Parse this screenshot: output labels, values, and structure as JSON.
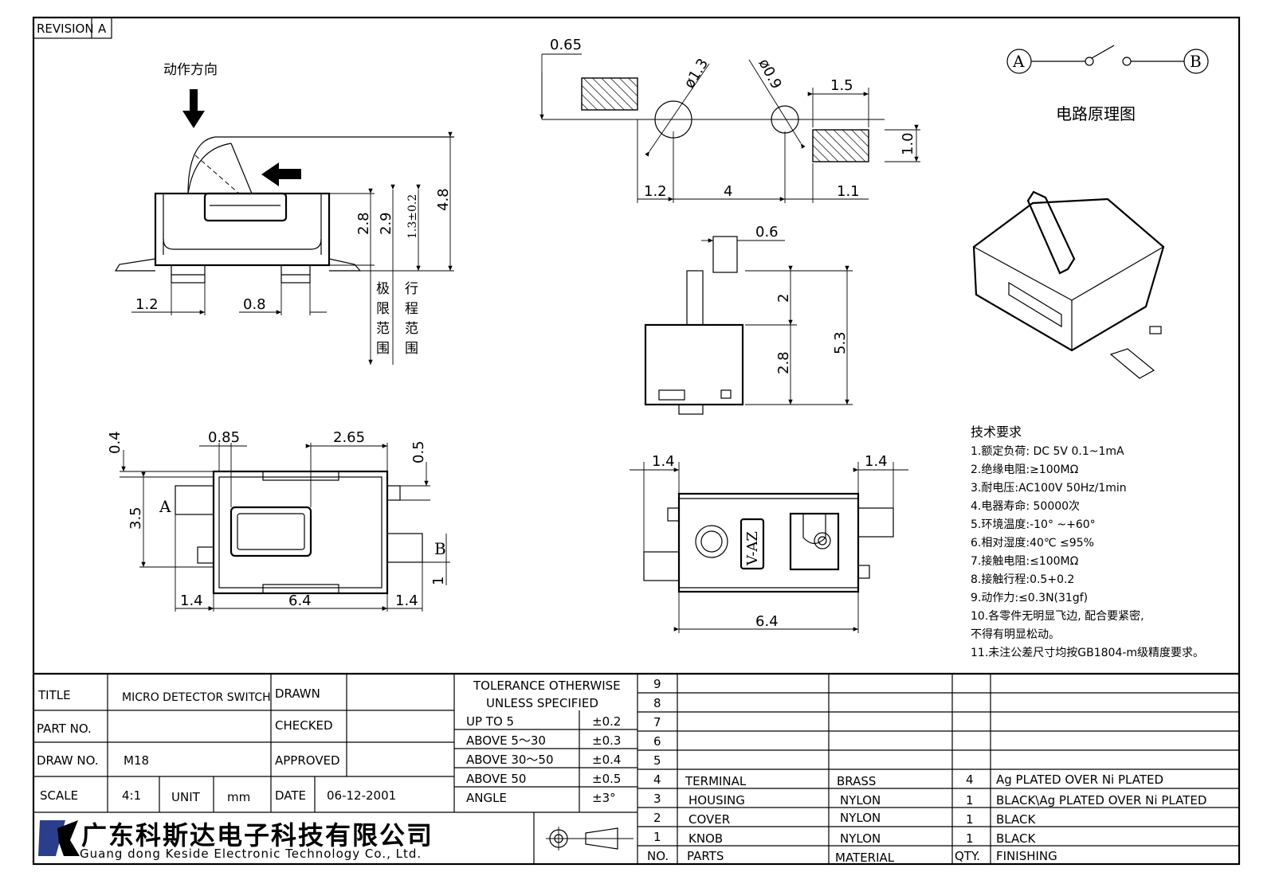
{
  "revision": {
    "label": "REVISION",
    "value": "A"
  },
  "front_view": {
    "action_direction": "动作方向",
    "dims": {
      "d48": "4.8",
      "d13": "1.3±0.2",
      "d29": "2.9",
      "d28": "2.8",
      "d12": "1.2",
      "d08": "0.8"
    },
    "limit_label": [
      "极",
      "限",
      "范",
      "围"
    ],
    "stroke_label": [
      "行",
      "程",
      "范",
      "围"
    ]
  },
  "pcb_layout": {
    "dims": {
      "d065": "0.65",
      "d13": "ø1.3",
      "d09": "ø0.9",
      "d15": "1.5",
      "d10": "1.0",
      "d12": "1.2",
      "d4": "4",
      "d11": "1.1"
    }
  },
  "circuit": {
    "a": "A",
    "b": "B",
    "title": "电路原理图"
  },
  "side_view": {
    "dims": {
      "d06": "0.6",
      "d2": "2",
      "d28": "2.8",
      "d53": "5.3"
    }
  },
  "top_view": {
    "dims": {
      "d04": "0.4",
      "d085": "0.85",
      "d265": "2.65",
      "d05": "0.5",
      "d35": "3.5",
      "d14a": "1.4",
      "d64": "6.4",
      "d14b": "1.4",
      "d1": "1"
    },
    "a": "A",
    "b": "B"
  },
  "bottom_view": {
    "marking": "V-AZ",
    "dims": {
      "d14a": "1.4",
      "d14b": "1.4",
      "d64": "6.4"
    }
  },
  "tech_requirements": {
    "title": "技术要求",
    "items": [
      "1.额定负荷: DC 5V  0.1~1mA",
      "2.绝缘电阻:≥100MΩ",
      "3.耐电压:AC100V 50Hz/1min",
      "4.电器寿命: 50000次",
      "5.环境温度:-10° ~+60°",
      "6.相对湿度:40℃   ≤95%",
      "7.接触电阻:≤100MΩ",
      "8.接触行程:0.5+0.2",
      "9.动作力:≤0.3N(31gf)",
      "10.各零件无明显飞边, 配合要紧密,",
      "   不得有明显松动。",
      "11.未注公差尺寸均按GB1804-m级精度要求。"
    ]
  },
  "title_block": {
    "title_label": "TITLE",
    "title_value": "MICRO DETECTOR SWITCH",
    "partno_label": "PART NO.",
    "partno_value": "",
    "drawno_label": "DRAW NO.",
    "drawno_value": "M18",
    "scale_label": "SCALE",
    "scale_value": "4:1",
    "unit_label": "UNIT",
    "unit_value": "mm",
    "date_label": "DATE",
    "date_value": "06-12-2001",
    "drawn_label": "DRAWN",
    "checked_label": "CHECKED",
    "approved_label": "APPROVED",
    "tolerance_title_1": "TOLERANCE OTHERWISE",
    "tolerance_title_2": "UNLESS SPECIFIED",
    "tolerances": [
      {
        "range": "UP TO 5",
        "value": "±0.2"
      },
      {
        "range": "ABOVE 5～30",
        "value": "±0.3"
      },
      {
        "range": "ABOVE 30～50",
        "value": "±0.4"
      },
      {
        "range": "ABOVE 50",
        "value": "±0.5"
      },
      {
        "range": "ANGLE",
        "value": "±3°"
      }
    ],
    "company_cn": "广东科斯达电子科技有限公司",
    "company_en": "Guang dong Keside  Electronic Technology Co., Ltd."
  },
  "bom": {
    "header": {
      "no": "NO.",
      "parts": "PARTS",
      "material": "MATERIAL",
      "qty": "QTY.",
      "finishing": "FINISHING"
    },
    "empty_rows": [
      "9",
      "8",
      "7",
      "6",
      "5"
    ],
    "rows": [
      {
        "no": "4",
        "part": "TERMINAL",
        "material": "BRASS",
        "qty": "4",
        "finishing": "Ag PLATED OVER Ni PLATED"
      },
      {
        "no": "3",
        "part": "HOUSING",
        "material": "NYLON",
        "qty": "1",
        "finishing": "BLACK\\Ag PLATED OVER Ni PLATED"
      },
      {
        "no": "2",
        "part": "COVER",
        "material": "NYLON",
        "qty": "1",
        "finishing": "BLACK"
      },
      {
        "no": "1",
        "part": "KNOB",
        "material": "NYLON",
        "qty": "1",
        "finishing": "BLACK"
      }
    ]
  }
}
